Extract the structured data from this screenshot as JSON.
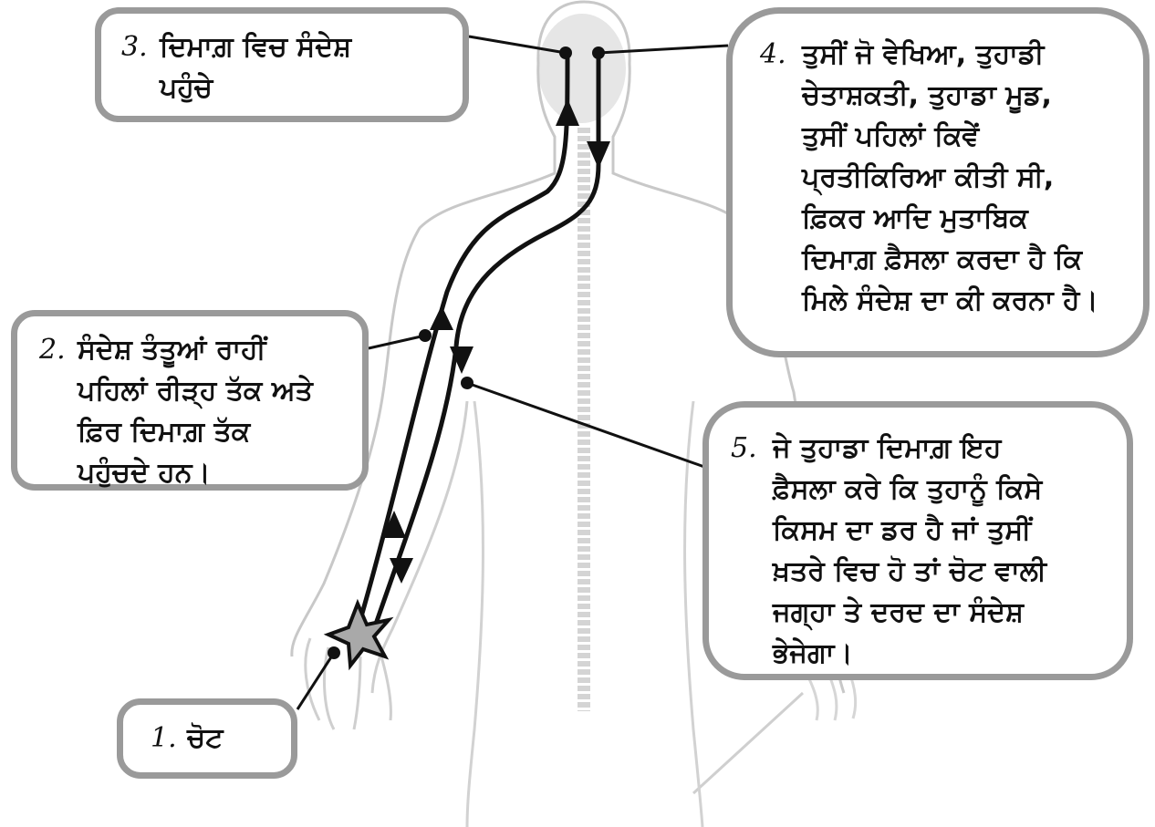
{
  "steps": [
    {
      "number": "1.",
      "text": "ਚੋਟ"
    },
    {
      "number": "2.",
      "text": "ਸੰਦੇਸ਼ ਤੰਤੂਆਂ ਰਾਹੀਂ\nਪਹਿਲਾਂ ਰੀੜ੍ਹ ਤੱਕ ਅਤੇ\nਫ਼ਿਰ ਦਿਮਾਗ਼ ਤੱਕ\nਪਹੁੰਚਦੇ ਹਨ।"
    },
    {
      "number": "3.",
      "text": "ਦਿਮਾਗ਼ ਵਿਚ ਸੰਦੇਸ਼\nਪਹੁੰਚੇ"
    },
    {
      "number": "4.",
      "text": "ਤੁਸੀਂ ਜੋ ਵੇਖਿਆ, ਤੁਹਾਡੀ\nਚੇਤਾਸ਼ਕਤੀ, ਤੁਹਾਡਾ ਮੂਡ,\nਤੁਸੀਂ ਪਹਿਲਾਂ ਕਿਵੇਂ\nਪ੍ਰਤੀਕਿਰਿਆ ਕੀਤੀ ਸੀ,\nਫ਼ਿਕਰ ਆਦਿ ਮੁਤਾਬਿਕ\nਦਿਮਾਗ਼ ਫ਼ੈਸਲਾ ਕਰਦਾ ਹੈ ਕਿ\nਮਿਲੇ ਸੰਦੇਸ਼ ਦਾ ਕੀ ਕਰਨਾ ਹੈ।"
    },
    {
      "number": "5.",
      "text": "ਜੇ ਤੁਹਾਡਾ ਦਿਮਾਗ਼ ਇਹ\nਫ਼ੈਸਲਾ ਕਰੇ ਕਿ ਤੁਹਾਨੂੰ ਕਿਸੇ\nਕਿਸਮ ਦਾ ਡਰ ਹੈ ਜਾਂ ਤੁਸੀਂ\nਖ਼ਤਰੇ ਵਿਚ ਹੋ ਤਾਂ ਚੋਟ ਵਾਲੀ\nਜਗ੍ਹਾ ਤੇ ਦਰਦ ਦਾ ਸੰਦੇਸ਼\nਭੇਜੇਗਾ।"
    }
  ],
  "colors": {
    "box_border": "#9a9a9a",
    "body_outline": "#c8c8c8",
    "spine": "#d4d4d4",
    "pathway": "#111111",
    "star_fill": "#a9a9a9"
  }
}
